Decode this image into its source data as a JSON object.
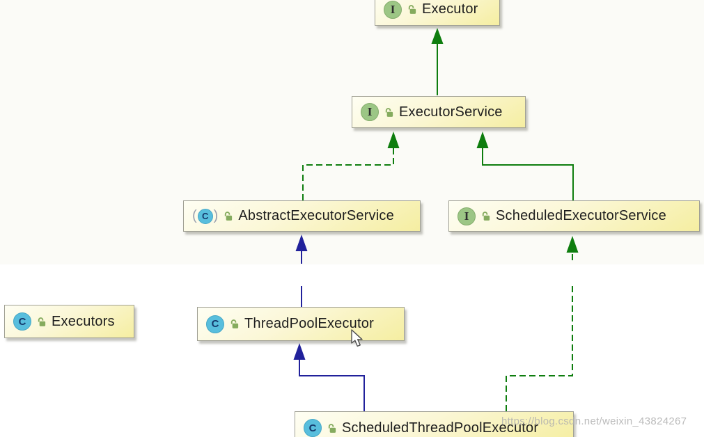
{
  "page": {
    "watermark": "https://blog.csdn.net/weixin_43824267"
  },
  "diagram": {
    "nodes": [
      {
        "id": "executor",
        "label": "Executor",
        "badge": "I",
        "kind": "interface",
        "visibility_icon": "open-lock"
      },
      {
        "id": "executor-service",
        "label": "ExecutorService",
        "badge": "I",
        "kind": "interface",
        "visibility_icon": "open-lock"
      },
      {
        "id": "abstract-executor-service",
        "label": "AbstractExecutorService",
        "badge": "C",
        "kind": "abstract-class",
        "visibility_icon": "open-lock"
      },
      {
        "id": "scheduled-executor-service",
        "label": "ScheduledExecutorService",
        "badge": "I",
        "kind": "interface",
        "visibility_icon": "open-lock"
      },
      {
        "id": "executors",
        "label": "Executors",
        "badge": "C",
        "kind": "class",
        "visibility_icon": "open-lock"
      },
      {
        "id": "thread-pool-executor",
        "label": "ThreadPoolExecutor",
        "badge": "C",
        "kind": "class",
        "visibility_icon": "open-lock"
      },
      {
        "id": "scheduled-thread-pool-executor",
        "label": "ScheduledThreadPoolExecutor",
        "badge": "C",
        "kind": "class",
        "visibility_icon": "open-lock"
      }
    ],
    "edges": [
      {
        "from": "ExecutorService",
        "to": "Executor",
        "relation": "extends",
        "line": "solid",
        "color": "#0e7d0e"
      },
      {
        "from": "AbstractExecutorService",
        "to": "ExecutorService",
        "relation": "implements",
        "line": "dashed",
        "color": "#0e7d0e"
      },
      {
        "from": "ScheduledExecutorService",
        "to": "ExecutorService",
        "relation": "extends",
        "line": "solid",
        "color": "#0e7d0e"
      },
      {
        "from": "ThreadPoolExecutor",
        "to": "AbstractExecutorService",
        "relation": "extends",
        "line": "solid",
        "color": "#21219b"
      },
      {
        "from": "ScheduledThreadPoolExecutor",
        "to": "ThreadPoolExecutor",
        "relation": "extends",
        "line": "solid",
        "color": "#21219b"
      },
      {
        "from": "ScheduledThreadPoolExecutor",
        "to": "ScheduledExecutorService",
        "relation": "implements",
        "line": "dashed",
        "color": "#0e7d0e"
      }
    ],
    "colors": {
      "node_fill_top": "#fefef3",
      "node_fill_bottom": "#f5eea1",
      "node_border": "#a0a094",
      "interface_icon": "#9cc685",
      "class_icon": "#58bedd",
      "lock_icon": "#85ab5e",
      "edge_green": "#0e7d0e",
      "edge_blue": "#21219b",
      "watermark_gray": "#afafaf"
    }
  }
}
